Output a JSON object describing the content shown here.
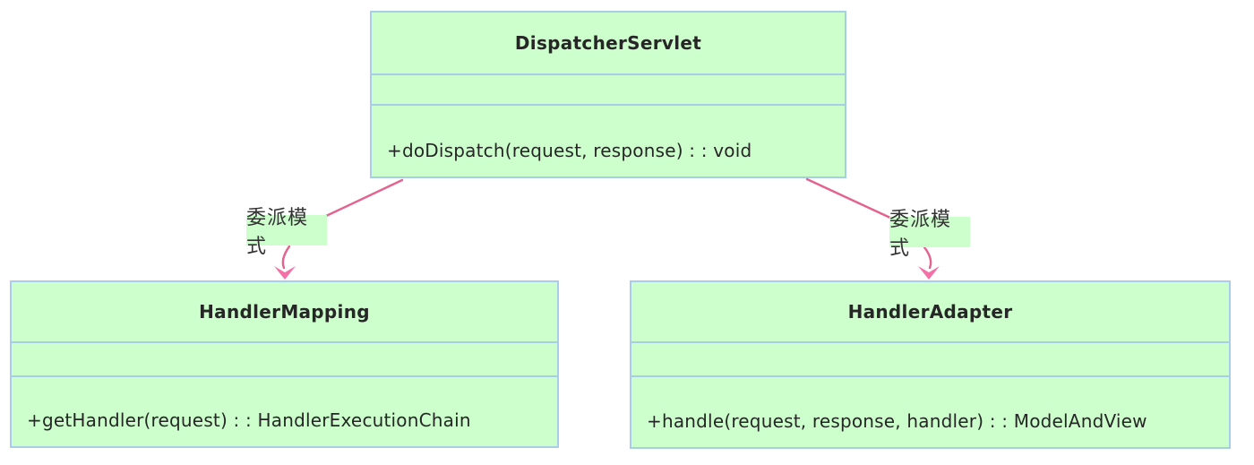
{
  "diagram": {
    "classes": [
      {
        "name": "DispatcherServlet",
        "attributes": "",
        "methods": [
          "+doDispatch(request, response) : : void"
        ]
      },
      {
        "name": "HandlerMapping",
        "attributes": "",
        "methods": [
          "+getHandler(request) : : HandlerExecutionChain"
        ]
      },
      {
        "name": "HandlerAdapter",
        "attributes": "",
        "methods": [
          "+handle(request, response, handler) : : ModelAndView"
        ]
      }
    ],
    "edges": [
      {
        "from": "DispatcherServlet",
        "to": "HandlerMapping",
        "label": "委派模式"
      },
      {
        "from": "DispatcherServlet",
        "to": "HandlerAdapter",
        "label": "委派模式"
      }
    ],
    "colors": {
      "box_fill": "#ccffcc",
      "box_border": "#a9cde8",
      "arrow": "#e5628e",
      "arrow_head": "#f470a6",
      "text": "#262626"
    }
  }
}
